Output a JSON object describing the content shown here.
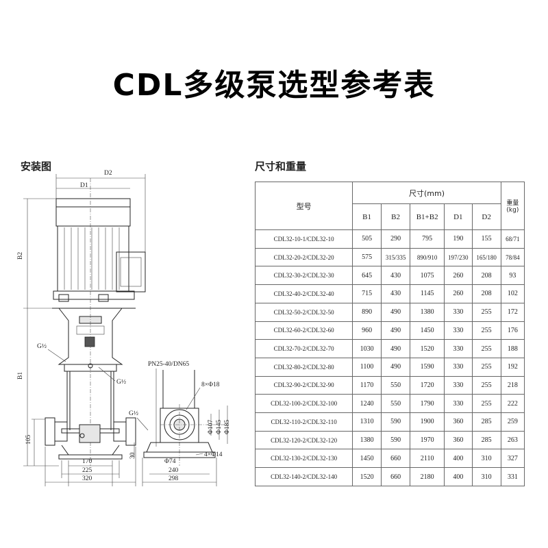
{
  "title": "CDL多级泵选型参考表",
  "install_label": "安装图",
  "dims_label": "尺寸和重量",
  "drawing": {
    "d2": "D2",
    "d1": "D1",
    "b2": "B2",
    "b1": "B1",
    "g_half_left": "G½",
    "g_half_mid": "G½",
    "g_half_side": "G½",
    "dim_105": "105",
    "dim_170": "170",
    "dim_225": "225",
    "dim_320": "320",
    "pn": "PN25-40/DN65",
    "holes_8": "8×Φ18",
    "phi107": "Φ107",
    "phi145": "Φ145",
    "phi185": "Φ185",
    "phi74": "Φ74",
    "holes_4": "4×Φ14",
    "dim_30": "30",
    "dim_240": "240",
    "dim_298": "298"
  },
  "table": {
    "model_header": "型号",
    "size_header": "尺寸(mm)",
    "weight_header": "重量(kg)",
    "sub_headers": [
      "B1",
      "B2",
      "B1+B2",
      "D1",
      "D2"
    ],
    "rows": [
      [
        "CDL32-10-1/CDL32-10",
        "505",
        "290",
        "795",
        "190",
        "155",
        "68/71"
      ],
      [
        "CDL32-20-2/CDL32-20",
        "575",
        "315/335",
        "890/910",
        "197/230",
        "165/180",
        "78/84"
      ],
      [
        "CDL32-30-2/CDL32-30",
        "645",
        "430",
        "1075",
        "260",
        "208",
        "93"
      ],
      [
        "CDL32-40-2/CDL32-40",
        "715",
        "430",
        "1145",
        "260",
        "208",
        "102"
      ],
      [
        "CDL32-50-2/CDL32-50",
        "890",
        "490",
        "1380",
        "330",
        "255",
        "172"
      ],
      [
        "CDL32-60-2/CDL32-60",
        "960",
        "490",
        "1450",
        "330",
        "255",
        "176"
      ],
      [
        "CDL32-70-2/CDL32-70",
        "1030",
        "490",
        "1520",
        "330",
        "255",
        "188"
      ],
      [
        "CDL32-80-2/CDL32-80",
        "1100",
        "490",
        "1590",
        "330",
        "255",
        "192"
      ],
      [
        "CDL32-90-2/CDL32-90",
        "1170",
        "550",
        "1720",
        "330",
        "255",
        "218"
      ],
      [
        "CDL32-100-2/CDL32-100",
        "1240",
        "550",
        "1790",
        "330",
        "255",
        "222"
      ],
      [
        "CDL32-110-2/CDL32-110",
        "1310",
        "590",
        "1900",
        "360",
        "285",
        "259"
      ],
      [
        "CDL32-120-2/CDL32-120",
        "1380",
        "590",
        "1970",
        "360",
        "285",
        "263"
      ],
      [
        "CDL32-130-2/CDL32-130",
        "1450",
        "660",
        "2110",
        "400",
        "310",
        "327"
      ],
      [
        "CDL32-140-2/CDL32-140",
        "1520",
        "660",
        "2180",
        "400",
        "310",
        "331"
      ]
    ]
  }
}
